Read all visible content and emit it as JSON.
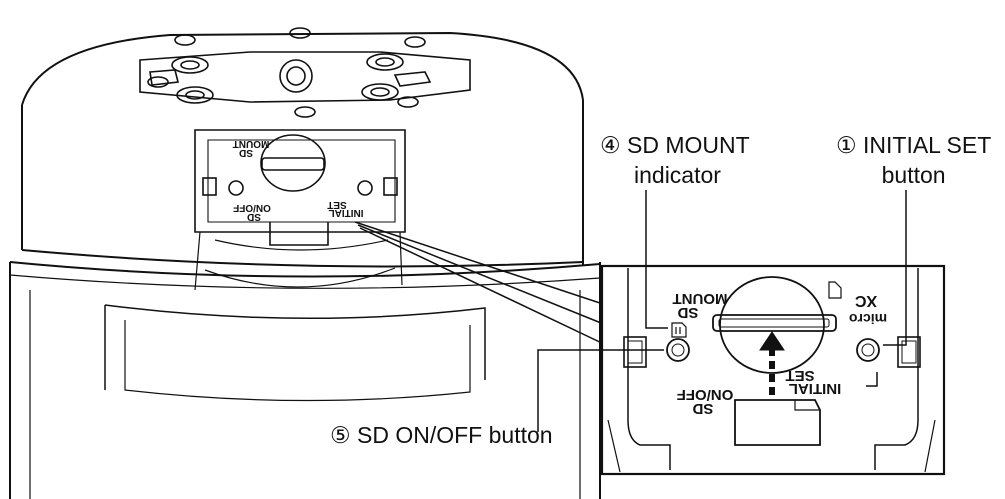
{
  "callouts": {
    "sd_mount": {
      "number": "④",
      "line1": "SD MOUNT",
      "line2": "indicator"
    },
    "initial_set": {
      "number": "①",
      "line1": "INITIAL SET",
      "line2": "button"
    },
    "sd_onoff": {
      "number": "⑤",
      "line1": "SD ON/OFF button"
    }
  },
  "panel_labels": {
    "sd_mount": [
      "SD",
      "MOUNT"
    ],
    "initial_set": [
      "INITIAL",
      "SET"
    ],
    "sd_onoff": [
      "SD",
      "ON/OFF"
    ],
    "micro_logo": [
      "micro",
      "XC"
    ]
  },
  "colors": {
    "line": "#111111",
    "background": "#ffffff"
  }
}
